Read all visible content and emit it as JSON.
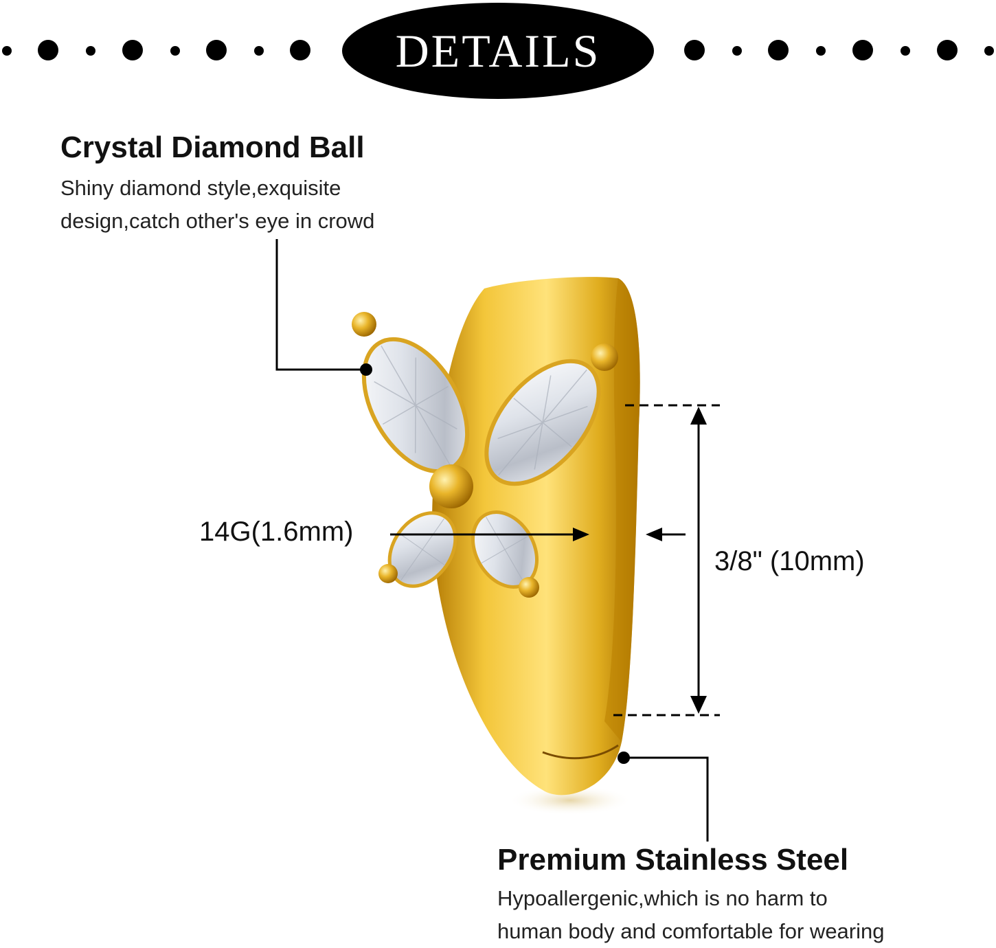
{
  "header": {
    "title": "DETAILS"
  },
  "features": {
    "crystal": {
      "title": "Crystal Diamond Ball",
      "line1": "Shiny diamond style,exquisite",
      "line2": "design,catch other's eye in crowd"
    },
    "steel": {
      "title": "Premium Stainless Steel",
      "line1": "Hypoallergenic,which is no harm to",
      "line2": "human body and comfortable for wearing"
    }
  },
  "measurements": {
    "gauge": "14G(1.6mm)",
    "length": "3/8\" (10mm)"
  },
  "colors": {
    "gold": "#e0ad1f",
    "gold_dark": "#a66f00",
    "gold_light": "#ffe27a",
    "black": "#000000"
  }
}
